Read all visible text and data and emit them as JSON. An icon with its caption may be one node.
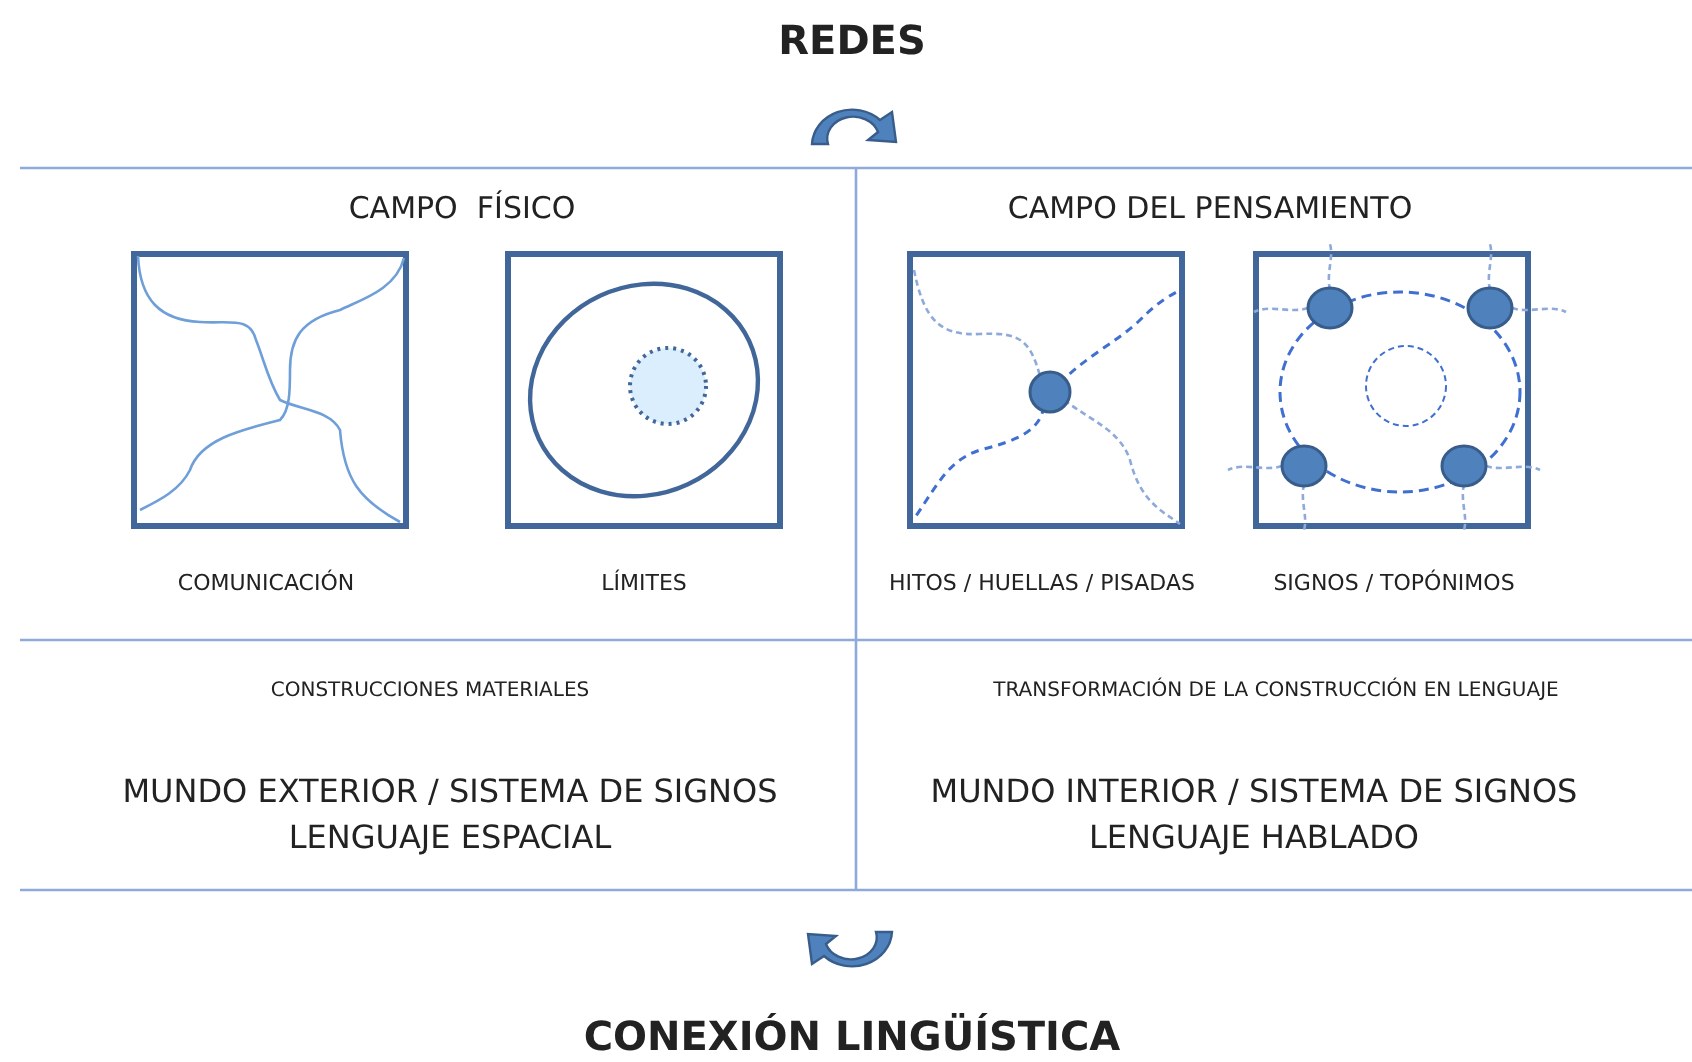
{
  "diagram": {
    "title": "REDES",
    "caption": "CONEXIÓN LINGÜÍSTICA",
    "labels": [
      "CAMPO  FÍSICO",
      "CAMPO DEL PENSAMIENTO",
      "COMUNICACIÓN",
      "LÍMITES",
      "HITOS / HUELLAS / PISADAS",
      "SIGNOS / TOPÓNIMOS",
      "CONSTRUCCIONES MATERIALES",
      "TRANSFORMACIÓN DE LA CONSTRUCCIÓN EN LENGUAJE",
      "MUNDO EXTERIOR / SISTEMA DE SIGNOS",
      "LENGUAJE ESPACIAL",
      "MUNDO INTERIOR / SISTEMA DE SIGNOS",
      "LENGUAJE HABLADO"
    ]
  }
}
